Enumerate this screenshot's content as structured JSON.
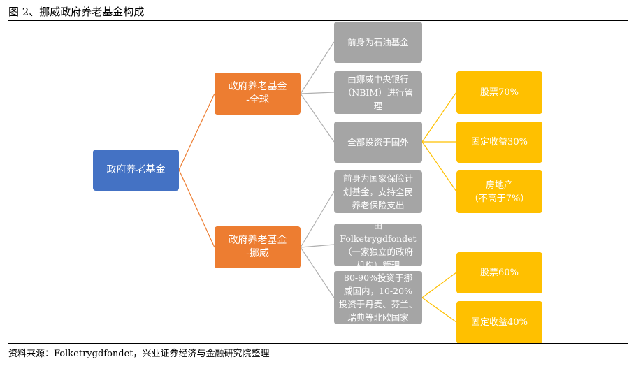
{
  "figure": {
    "title": "图 2、挪威政府养老基金构成"
  },
  "nodes": {
    "root": "政府养老基金",
    "global": "政府养老基金\n-全球",
    "norway": "政府养老基金\n-挪威",
    "g1": "前身为石油基金",
    "g2": "由挪威中央银行\n（NBIM）进行管\n理",
    "g3": "全部投资于国外",
    "n1": "前身为国家保险计\n划基金，支持全民\n养老保险支出",
    "n2": "由Folketrygdfondet\n（一家独立的政府\n机构）管理",
    "n3": "80-90%投资于挪\n威国内，10-20%\n投资于丹麦、芬兰、\n瑞典等北欧国家",
    "ga1": "股票70%",
    "ga2": "固定收益30%",
    "ga3": "房地产\n（不高于7%）",
    "na1": "股票60%",
    "na2": "固定收益40%"
  },
  "colors": {
    "root": "#4472c4",
    "level1": "#ed7d31",
    "info": "#a5a5a5",
    "allocation": "#ffc000"
  },
  "source": "资料来源：Folketrygdfondet，兴业证券经济与金融研究院整理"
}
